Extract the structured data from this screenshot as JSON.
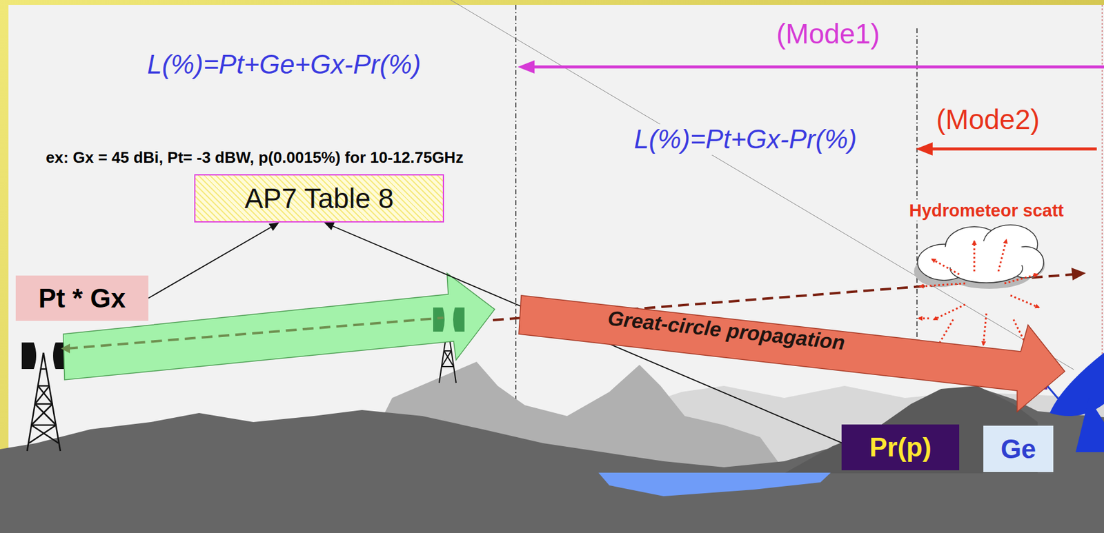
{
  "diagram": {
    "nodes": [
      {
        "text": [
          "AP7 Table 8"
        ]
      },
      {
        "text": [
          "Pt * Gx"
        ]
      },
      {
        "text": [
          "Great-circle propagation"
        ]
      },
      {
        "text": [
          "Pr(p)"
        ]
      },
      {
        "text": [
          "Ge"
        ]
      }
    ],
    "edges": [
      {
        "from": 1,
        "to": 0,
        "arrow": "to"
      },
      {
        "from": 3,
        "to": 0,
        "arrow": "to"
      }
    ],
    "labels": [
      "(Mode1)",
      "L(%)=Pt+Ge+Gx-Pr(%)",
      "(Mode2)",
      "L(%)=Pt+Gx-Pr(%)",
      "ex:  Gx = 45 dBi, Pt= -3 dBW, p(0.0015%) for 10-12.75GHz",
      "Hydrometeor scatt"
    ]
  }
}
